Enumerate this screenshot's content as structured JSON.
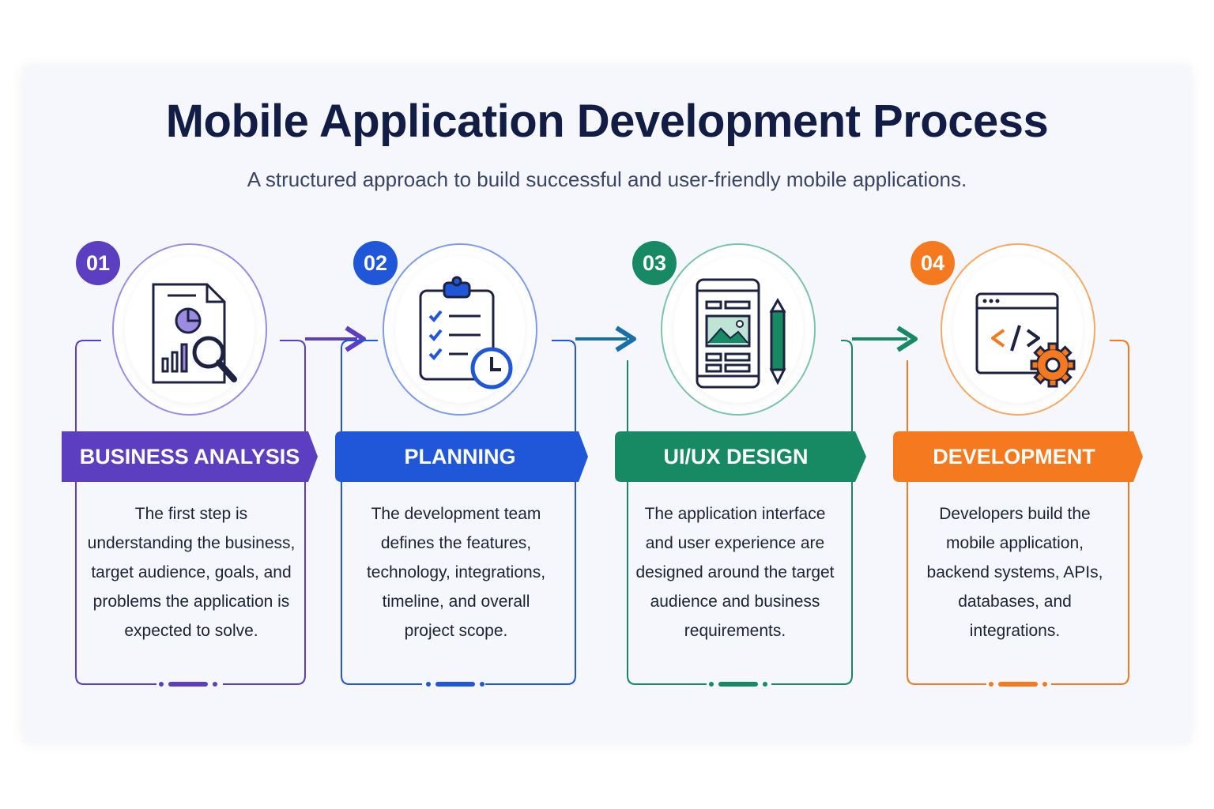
{
  "title": "Mobile Application Development Process",
  "subtitle": "A structured approach to build successful and user-friendly mobile applications.",
  "steps": [
    {
      "number": "01",
      "label": "BUSINESS ANALYSIS",
      "description": "The first step is understanding the business, target audience, goals, and problems the application is expected to solve.",
      "icon": "document-chart-search-icon",
      "color": "#5b3fc0"
    },
    {
      "number": "02",
      "label": "PLANNING",
      "description": "The development team defines the features, technology, integrations, timeline, and overall project scope.",
      "icon": "clipboard-checklist-clock-icon",
      "color": "#1f57d8"
    },
    {
      "number": "03",
      "label": "UI/UX DESIGN",
      "description": "The application interface and user experience are designed around the target audience and business requirements.",
      "icon": "mobile-wireframe-pencil-icon",
      "color": "#178a63"
    },
    {
      "number": "04",
      "label": "DEVELOPMENT",
      "description": "Developers build the mobile application, backend systems, APIs, databases, and integrations.",
      "icon": "code-window-gear-icon",
      "color": "#f57a1f"
    }
  ],
  "colors": {
    "title": "#111d45",
    "panel": "#f5f7fc"
  }
}
